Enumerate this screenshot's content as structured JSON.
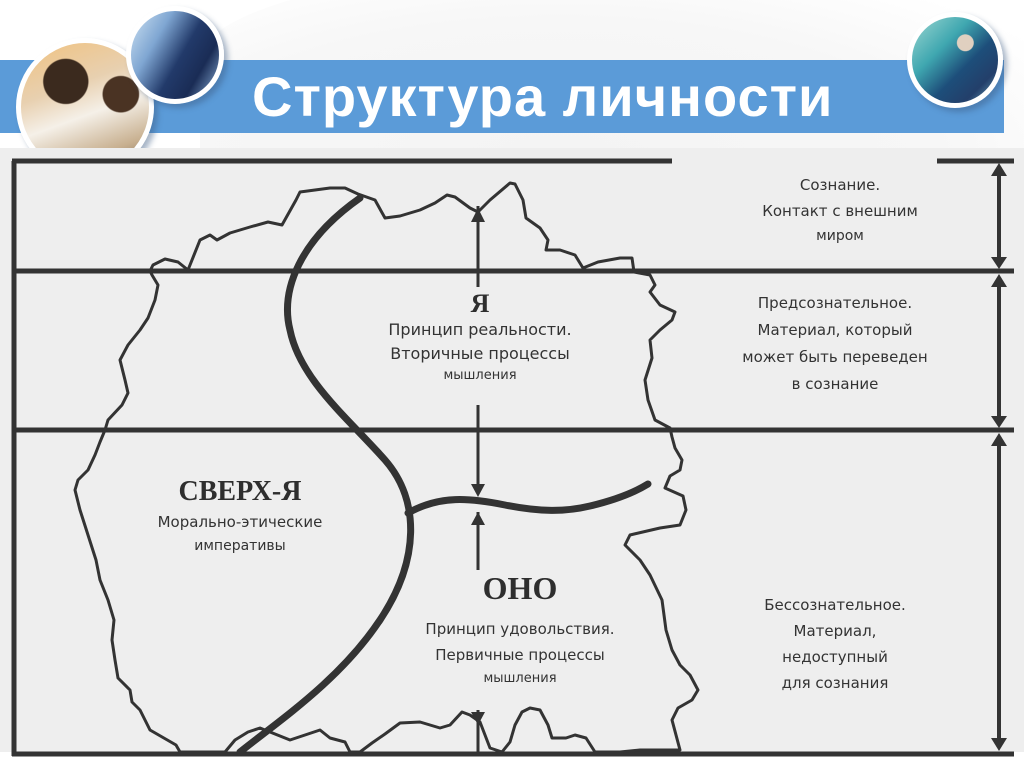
{
  "slide": {
    "title": "Структура личности",
    "accent_color": "#5b9bd8",
    "title_color": "#ffffff"
  },
  "header": {
    "photos": [
      {
        "name": "people-at-laptop-photo",
        "description": "two men looking at a laptop"
      },
      {
        "name": "handshake-photo",
        "description": "business handshake"
      },
      {
        "name": "businessman-photo",
        "description": "businessman at desk"
      }
    ]
  },
  "diagram": {
    "line_color": "#333333",
    "background_color": "#eeeeee",
    "structures": {
      "ego": {
        "name": "Я",
        "lines": [
          "Принцип реальности.",
          "Вторичные процессы",
          "мышления"
        ]
      },
      "superego": {
        "name": "СВЕРХ-Я",
        "lines": [
          "Морально-этические",
          "императивы"
        ]
      },
      "id": {
        "name": "ОНО",
        "lines": [
          "Принцип удовольствия.",
          "Первичные процессы",
          "мышления"
        ]
      }
    },
    "levels": [
      {
        "key": "conscious",
        "lines": [
          "Сознание.",
          "Контакт с внешним",
          "миром"
        ]
      },
      {
        "key": "preconscious",
        "lines": [
          "Предсознательное.",
          "Материал, который",
          "может быть переведен",
          "в сознание"
        ]
      },
      {
        "key": "unconscious",
        "lines": [
          "Бессознательное.",
          "Материал,",
          "недоступный",
          "для сознания"
        ]
      }
    ]
  }
}
